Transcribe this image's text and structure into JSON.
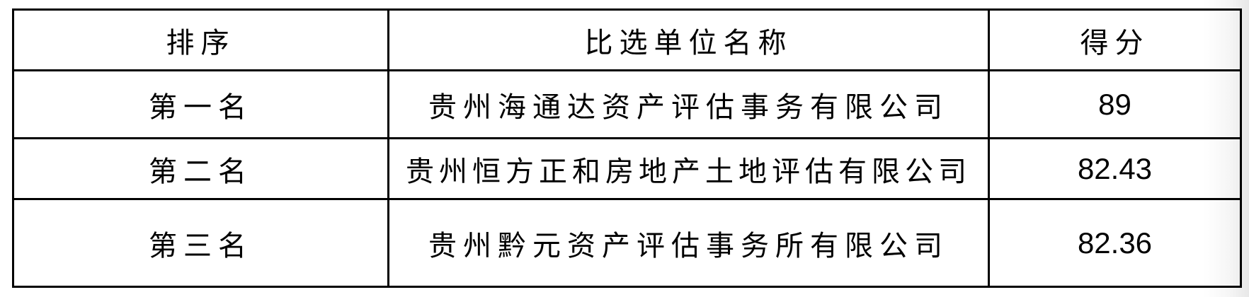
{
  "table": {
    "headers": [
      "排序",
      "比选单位名称",
      "得分"
    ],
    "rows": [
      {
        "rank": "第一名",
        "name": "贵州海通达资产评估事务有限公司",
        "score": "89"
      },
      {
        "rank": "第二名",
        "name": "贵州恒方正和房地产土地评估有限公司",
        "score": "82.43"
      },
      {
        "rank": "第三名",
        "name": "贵州黔元资产评估事务所有限公司",
        "score": "82.36"
      }
    ]
  },
  "colors": {
    "border": "#000000",
    "text": "#000000",
    "background": "#ffffff"
  }
}
